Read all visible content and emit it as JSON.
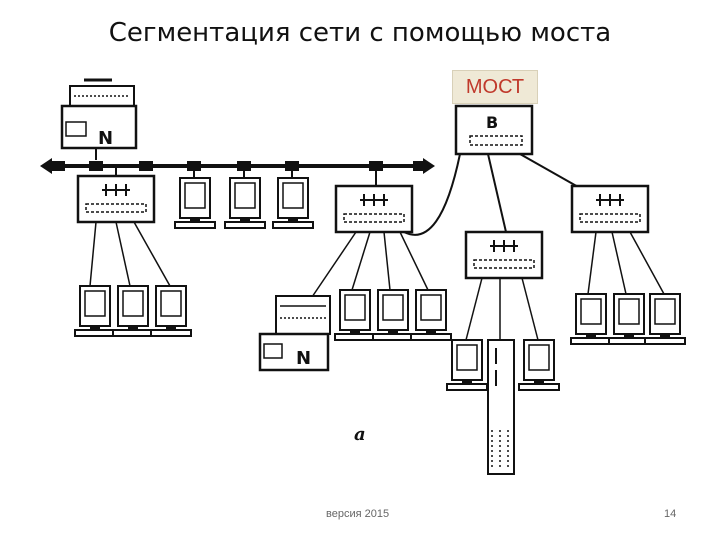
{
  "title": "Сегментация сети с помощью моста",
  "bridge_label": "МОСТ",
  "bridge_letter": "В",
  "server_letter": "N",
  "caption": "а",
  "footer": {
    "version": "версия 2015",
    "page": "14"
  },
  "colors": {
    "bridge_label_text": "#c0392b",
    "bridge_label_bg": "#efe9d6"
  }
}
